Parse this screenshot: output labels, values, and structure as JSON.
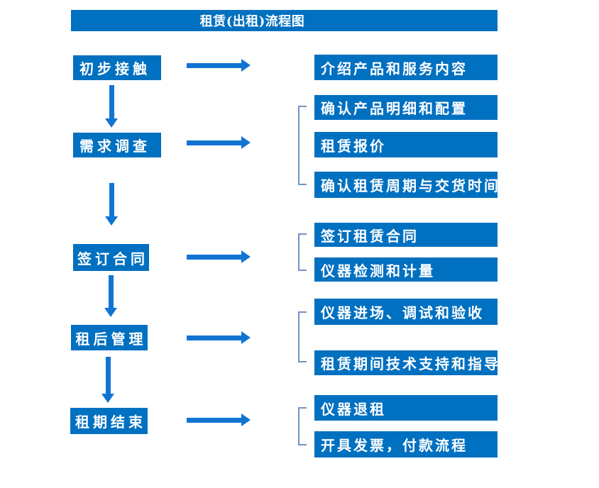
{
  "title": "租赁(出租)流程图",
  "colors": {
    "box_blue": "#0070c0",
    "arrow_blue": "#1274d2",
    "bracket_blue": "#7094c6",
    "background": "#ffffff",
    "text": "#ffffff"
  },
  "flow": [
    {
      "step": "初步接触",
      "details": [
        "介绍产品和服务内容"
      ]
    },
    {
      "step": "需求调查",
      "details": [
        "确认产品明细和配置",
        "租赁报价",
        "确认租赁周期与交货时间"
      ]
    },
    {
      "step": "签订合同",
      "details": [
        "签订租赁合同",
        "仪器检测和计量"
      ]
    },
    {
      "step": "租后管理",
      "details": [
        "仪器进场、调试和验收",
        "租赁期间技术支持和指导"
      ]
    },
    {
      "step": "租期结束",
      "details": [
        "仪器退租",
        "开具发票，付款流程"
      ]
    }
  ]
}
